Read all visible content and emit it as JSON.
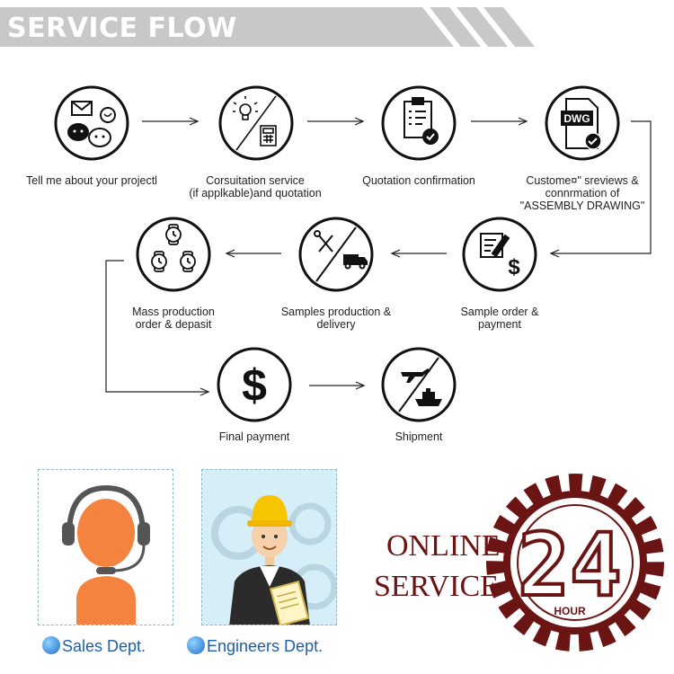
{
  "banner": {
    "title": "SERVICE FLOW"
  },
  "steps": [
    {
      "id": "project",
      "label": "Tell me about your projectl",
      "icon": "chat-icon"
    },
    {
      "id": "consult",
      "label": "Corsuitation service\n(if applkable)and quotation",
      "icon": "idea-calculator-icon"
    },
    {
      "id": "quote",
      "label": "Quotation confirmation",
      "icon": "clipboard-check-icon"
    },
    {
      "id": "review",
      "label": "Custome¤\"  sreviews &\nconnrmation of\n\"ASSEMBLY DRAWING\"",
      "icon": "dwg-file-icon",
      "icon_text": "DWG"
    },
    {
      "id": "sample-order",
      "label": "Sample order &\npayment",
      "icon": "document-dollar-icon"
    },
    {
      "id": "sample-prod",
      "label": "Samples production &\ndelivery",
      "icon": "tools-truck-icon"
    },
    {
      "id": "mass",
      "label": "Mass production\norder & depasit",
      "icon": "watches-icon"
    },
    {
      "id": "final",
      "label": "Final payment",
      "icon": "dollar-icon",
      "icon_text": "$"
    },
    {
      "id": "ship",
      "label": "Shipment",
      "icon": "plane-ship-icon"
    }
  ],
  "departments": [
    {
      "label": "Sales Dept.",
      "icon": "headset-agent-icon"
    },
    {
      "label": "Engineers Dept.",
      "icon": "engineer-icon"
    }
  ],
  "online_service": {
    "line1": "ONLINE",
    "line2": "SERVICE",
    "number": "24",
    "unit": "HOUR"
  },
  "colors": {
    "banner_bg": "#c8c8c8",
    "text": "#222222",
    "dept_text": "#1e5fa8",
    "online_red": "#6b1414",
    "sales_orange": "#f4833f",
    "engineer_bg": "#d6eef8"
  }
}
